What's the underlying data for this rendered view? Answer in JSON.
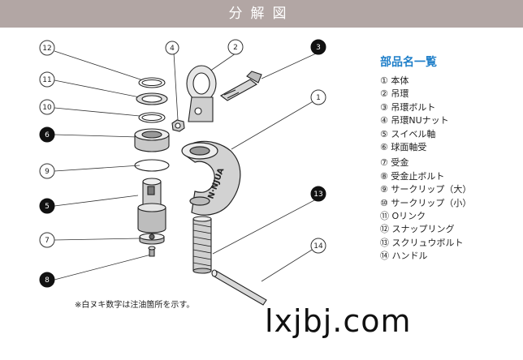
{
  "header": {
    "title": "分解図"
  },
  "parts_list": {
    "title": "部品名一覧",
    "items": [
      "① 本体",
      "② 吊環",
      "③ 吊環ボルト",
      "④ 吊環NUナット",
      "⑤ スイベル軸",
      "⑥ 球面軸受",
      "⑦ 受金",
      "⑧ 受金止ボルト",
      "⑨ サークリップ（大）",
      "⑩ サークリップ（小）",
      "⑪ Oリンク",
      "⑫ スナップリング",
      "⑬ スクリュウボルト",
      "⑭ ハンドル"
    ]
  },
  "callouts": [
    "12",
    "11",
    "10",
    "6",
    "9",
    "5",
    "7",
    "8",
    "4",
    "2",
    "3",
    "1",
    "13",
    "14"
  ],
  "body_mark": "N·NJUA",
  "note": "※白ヌキ数字は注油箇所を示す。",
  "watermark": "lxjbj.com",
  "colors": {
    "header_bg": "#b2a6a4",
    "title_blue": "#1f7fc9",
    "filled_callout": "#111111"
  }
}
